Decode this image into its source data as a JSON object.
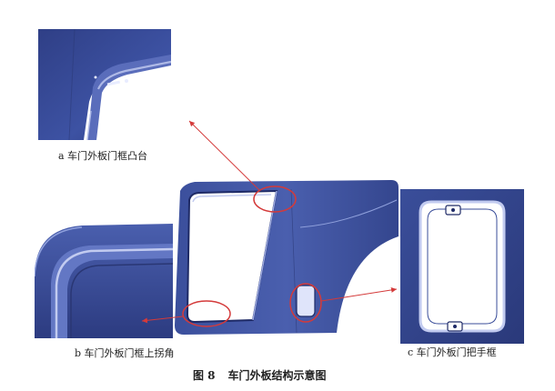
{
  "captions": {
    "a": "a 车门外板门框凸台",
    "b": "b 车门外板门框上拐角",
    "c": "c 车门外板门把手框"
  },
  "figure": {
    "number": "图 8",
    "title": "车门外板结构示意图"
  },
  "colors": {
    "panel_blue": "#3a4e9a",
    "panel_highlight": "#7d8fd0",
    "annotation_red": "#d43a3a"
  }
}
